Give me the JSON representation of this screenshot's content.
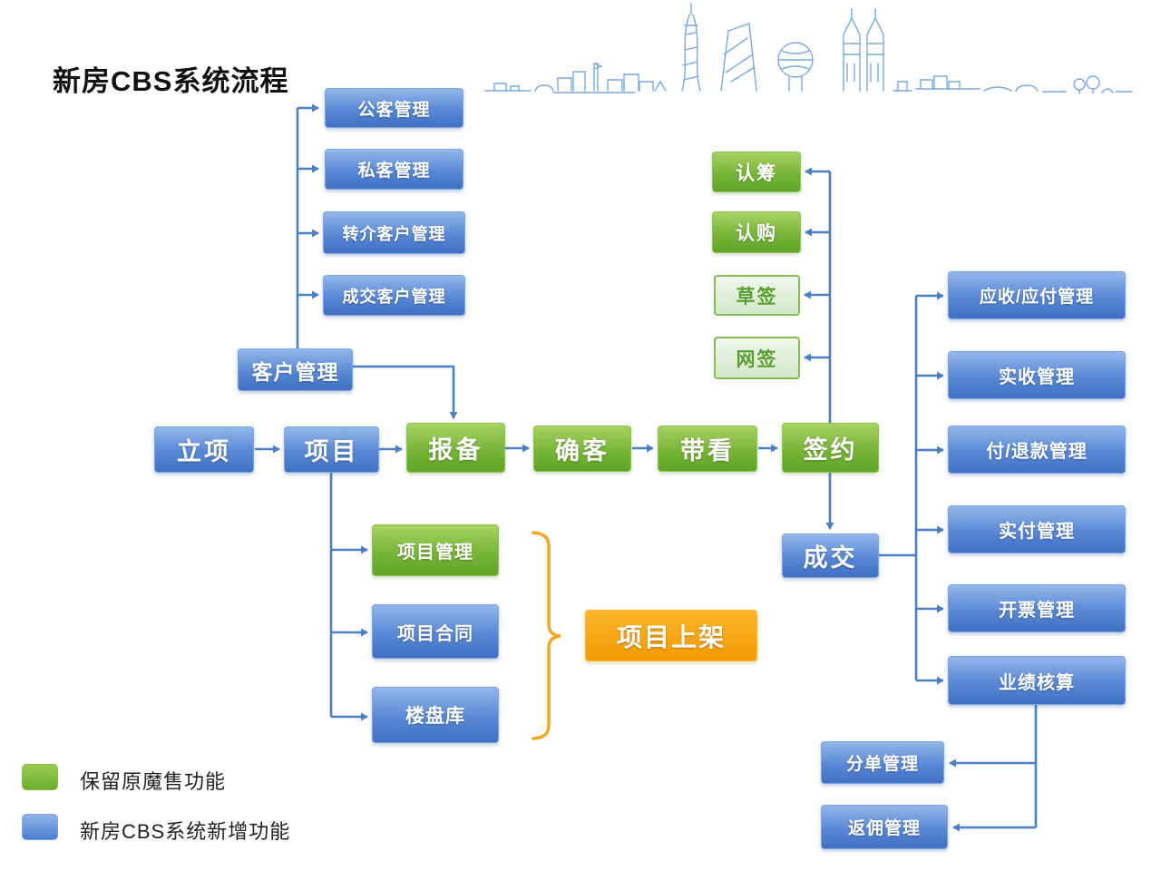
{
  "title": "新房CBS系统流程",
  "legend": [
    {
      "label": "保留原魔售功能",
      "color": "#6fb52f"
    },
    {
      "label": "新房CBS系统新增功能",
      "color": "#4a7ed0"
    }
  ],
  "colors": {
    "new_feature_blue": "#4a7ed0",
    "retained_green": "#6fb52f",
    "light_green_step": "#84bd55",
    "highlight_orange": "#f5a623",
    "connector_blue": "#4a80c4"
  },
  "nodes": {
    "gongke": {
      "label": "公客管理"
    },
    "sike": {
      "label": "私客管理"
    },
    "zhuanjie": {
      "label": "转介客户管理"
    },
    "cjkh": {
      "label": "成交客户管理"
    },
    "kehu": {
      "label": "客户管理"
    },
    "lixiang": {
      "label": "立项"
    },
    "xiangmu": {
      "label": "项目"
    },
    "baobei": {
      "label": "报备"
    },
    "queke": {
      "label": "确客"
    },
    "daikan": {
      "label": "带看"
    },
    "qianyue": {
      "label": "签约"
    },
    "renchou": {
      "label": "认筹"
    },
    "rengou": {
      "label": "认购"
    },
    "caoqian": {
      "label": "草签"
    },
    "wangqian": {
      "label": "网签"
    },
    "chengjiao": {
      "label": "成交"
    },
    "xmgl": {
      "label": "项目管理"
    },
    "xmht": {
      "label": "项目合同"
    },
    "lpk": {
      "label": "楼盘库"
    },
    "xmsj": {
      "label": "项目上架"
    },
    "yingshou": {
      "label": "应收/应付管理"
    },
    "shishou": {
      "label": "实收管理"
    },
    "futuikuan": {
      "label": "付/退款管理"
    },
    "shifu": {
      "label": "实付管理"
    },
    "kaipiao": {
      "label": "开票管理"
    },
    "yeji": {
      "label": "业绩核算"
    },
    "fendan": {
      "label": "分单管理"
    },
    "fanyong": {
      "label": "返佣管理"
    }
  }
}
